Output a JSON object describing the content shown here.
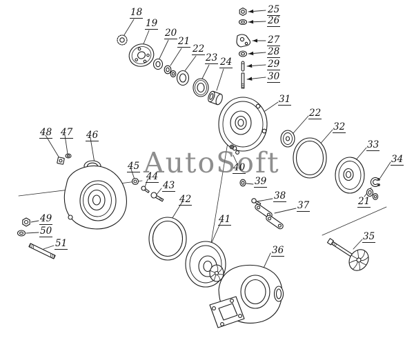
{
  "watermark": {
    "text": "AutoSoft"
  },
  "callouts": {
    "n18": "18",
    "n19": "19",
    "n20": "20",
    "n21": "21",
    "n22": "22",
    "n23": "23",
    "n24": "24",
    "n25": "25",
    "n26": "26",
    "n27": "27",
    "n28": "28",
    "n29": "29",
    "n30": "30",
    "n31": "31",
    "n22b": "22",
    "n32": "32",
    "n33": "33",
    "n34": "34",
    "n21b": "21",
    "n35": "35",
    "n36": "36",
    "n37": "37",
    "n38": "38",
    "n39": "39",
    "n40": "40",
    "n41": "41",
    "n42": "42",
    "n43": "43",
    "n44": "44",
    "n45": "45",
    "n46": "46",
    "n47": "47",
    "n48": "48",
    "n49": "49",
    "n50": "50",
    "n51": "51"
  }
}
